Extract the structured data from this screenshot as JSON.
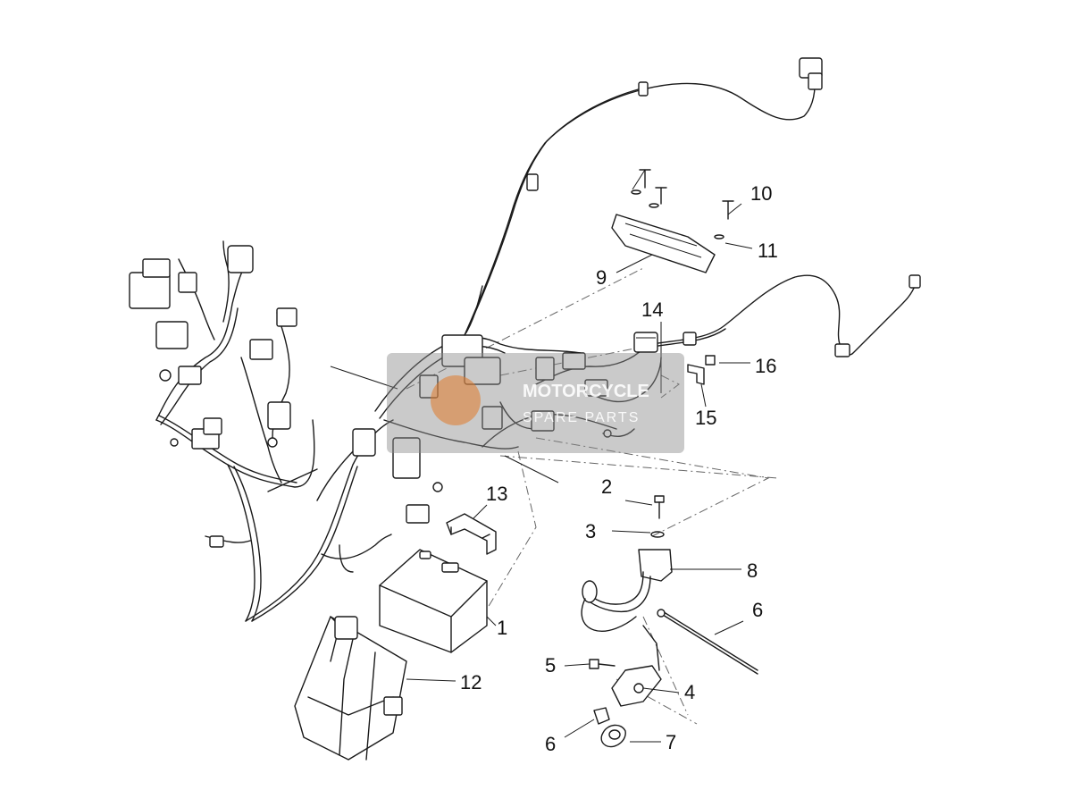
{
  "diagram": {
    "callouts": [
      "1",
      "2",
      "3",
      "4",
      "5",
      "6",
      "6",
      "7",
      "8",
      "9",
      "10",
      "11",
      "12",
      "13",
      "14",
      "15",
      "16"
    ]
  },
  "watermark": {
    "line1": "MOTORCYCLE",
    "line2": "SPARE PARTS",
    "accent_color": "#e07a2a"
  },
  "colors": {
    "line": "#1a1a1a",
    "background": "#ffffff"
  }
}
